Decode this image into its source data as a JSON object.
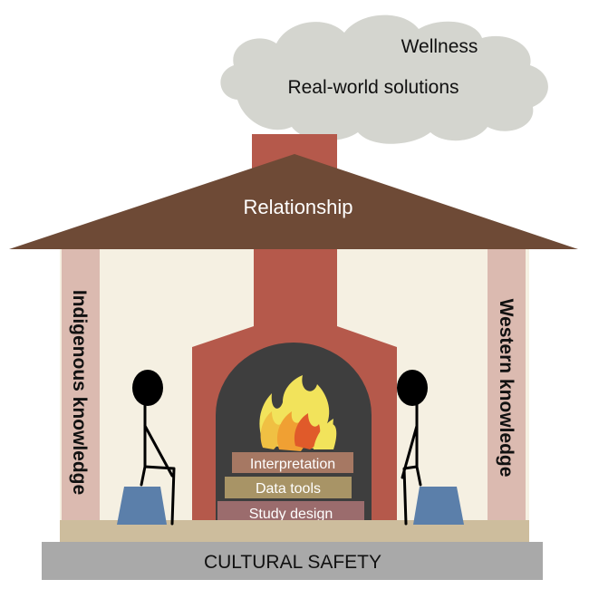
{
  "cloud": {
    "line1": "Wellness",
    "line2": "Real-world solutions"
  },
  "roof": {
    "label": "Relationship"
  },
  "pillars": {
    "left": "Indigenous knowledge",
    "right": "Western knowledge"
  },
  "fire_logs": [
    "Interpretation",
    "Data tools",
    "Study design"
  ],
  "foundation": {
    "label": "CULTURAL SAFETY"
  },
  "colors": {
    "cloud": "#d4d5cf",
    "roof": "#6e4a36",
    "chimney": "#b5594b",
    "wall": "#f5f0e2",
    "pillar": "#dbbab0",
    "hearth": "#3e3e3e",
    "floor": "#cdbd9d",
    "foundation": "#a9a9a9",
    "seat": "#5b7faa",
    "log_interpretation": "#a67863",
    "log_data_tools": "#a89466",
    "log_study_design": "#9b6c6d",
    "flame_yellow": "#f2e35b",
    "flame_orange": "#f0a033",
    "flame_red": "#e05a2a"
  }
}
